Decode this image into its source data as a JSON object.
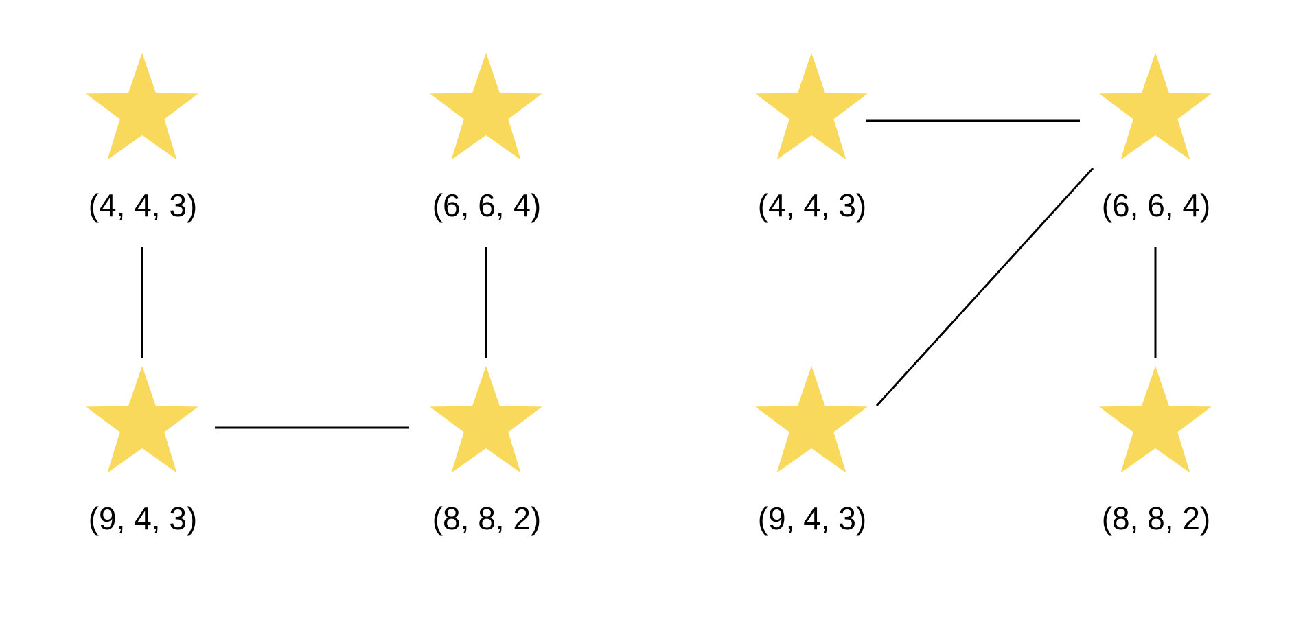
{
  "colors": {
    "star": "#F9D95B",
    "edge": "#000000",
    "background": "#FFFFFF"
  },
  "icon": "star-icon",
  "graphs": [
    {
      "id": "left",
      "nodes": [
        {
          "id": "a",
          "label": "(4, 4, 3)"
        },
        {
          "id": "b",
          "label": "(6, 6, 4)"
        },
        {
          "id": "c",
          "label": "(9, 4, 3)"
        },
        {
          "id": "d",
          "label": "(8, 8, 2)"
        }
      ],
      "edges": [
        {
          "from": "a",
          "to": "c"
        },
        {
          "from": "b",
          "to": "d"
        },
        {
          "from": "c",
          "to": "d"
        }
      ]
    },
    {
      "id": "right",
      "nodes": [
        {
          "id": "a",
          "label": "(4, 4, 3)"
        },
        {
          "id": "b",
          "label": "(6, 6, 4)"
        },
        {
          "id": "c",
          "label": "(9, 4, 3)"
        },
        {
          "id": "d",
          "label": "(8, 8, 2)"
        }
      ],
      "edges": [
        {
          "from": "a",
          "to": "b"
        },
        {
          "from": "b",
          "to": "c"
        },
        {
          "from": "b",
          "to": "d"
        }
      ]
    }
  ]
}
